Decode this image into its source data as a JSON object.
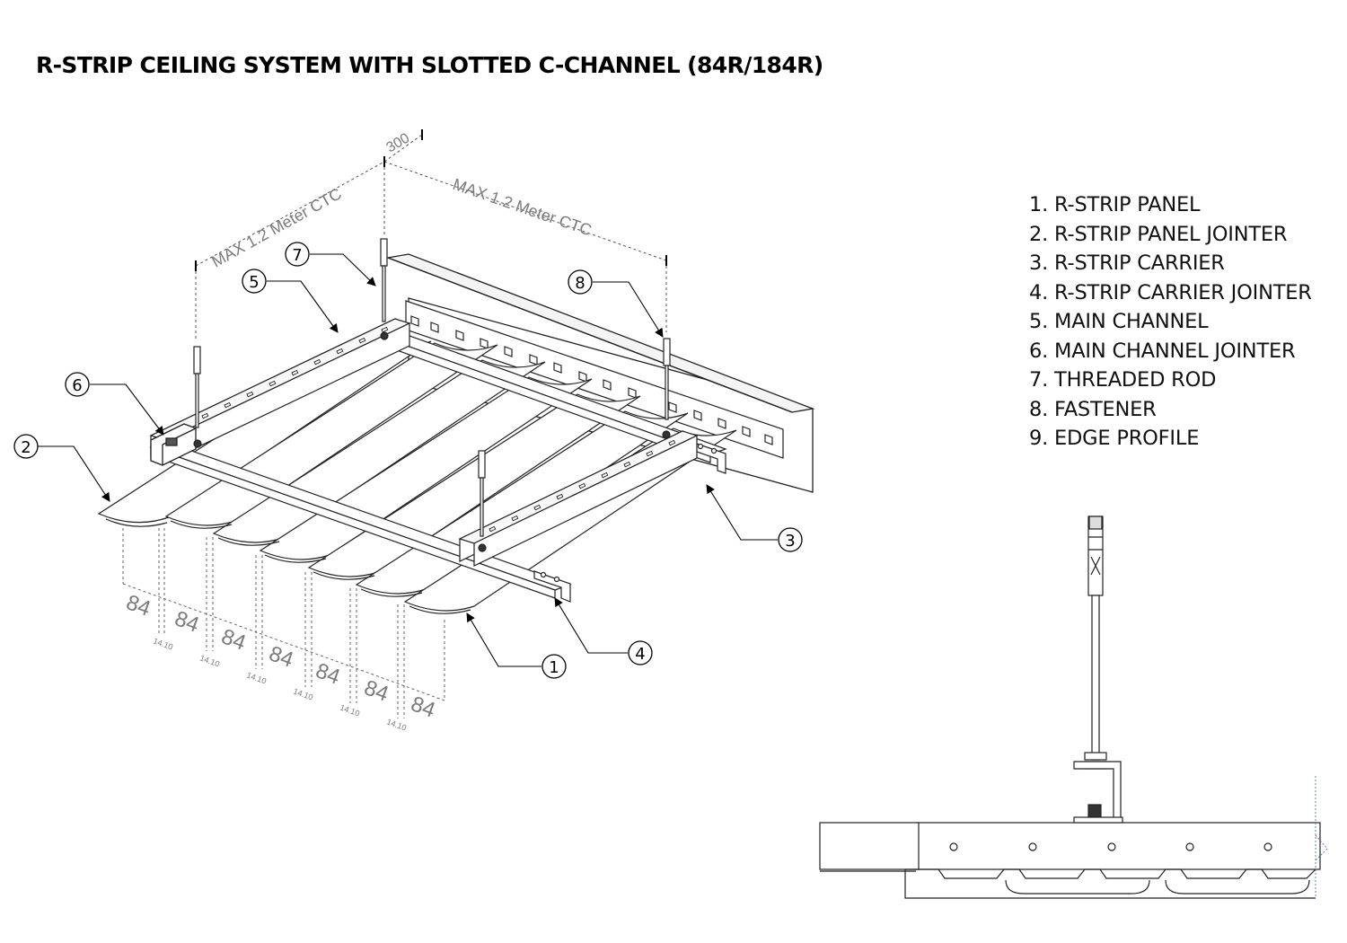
{
  "title": "R-STRIP CEILING SYSTEM WITH SLOTTED C-CHANNEL  (84R/184R)",
  "legend": [
    "1. R-STRIP PANEL",
    "2. R-STRIP PANEL JOINTER",
    "3. R-STRIP CARRIER",
    "4. R-STRIP CARRIER JOINTER",
    "5. MAIN CHANNEL",
    "6. MAIN CHANNEL JOINTER",
    "7. THREADED ROD",
    "8. FASTENER",
    "9. EDGE PROFILE"
  ],
  "callouts": [
    "1",
    "2",
    "3",
    "4",
    "5",
    "6",
    "7",
    "8"
  ],
  "dimensions": {
    "spacing_left": "MAX 1.2 Meter CTC",
    "spacing_right": "MAX 1.2 Meter CTC",
    "offset": "300",
    "panel_width": "84",
    "gap": "14.10"
  }
}
